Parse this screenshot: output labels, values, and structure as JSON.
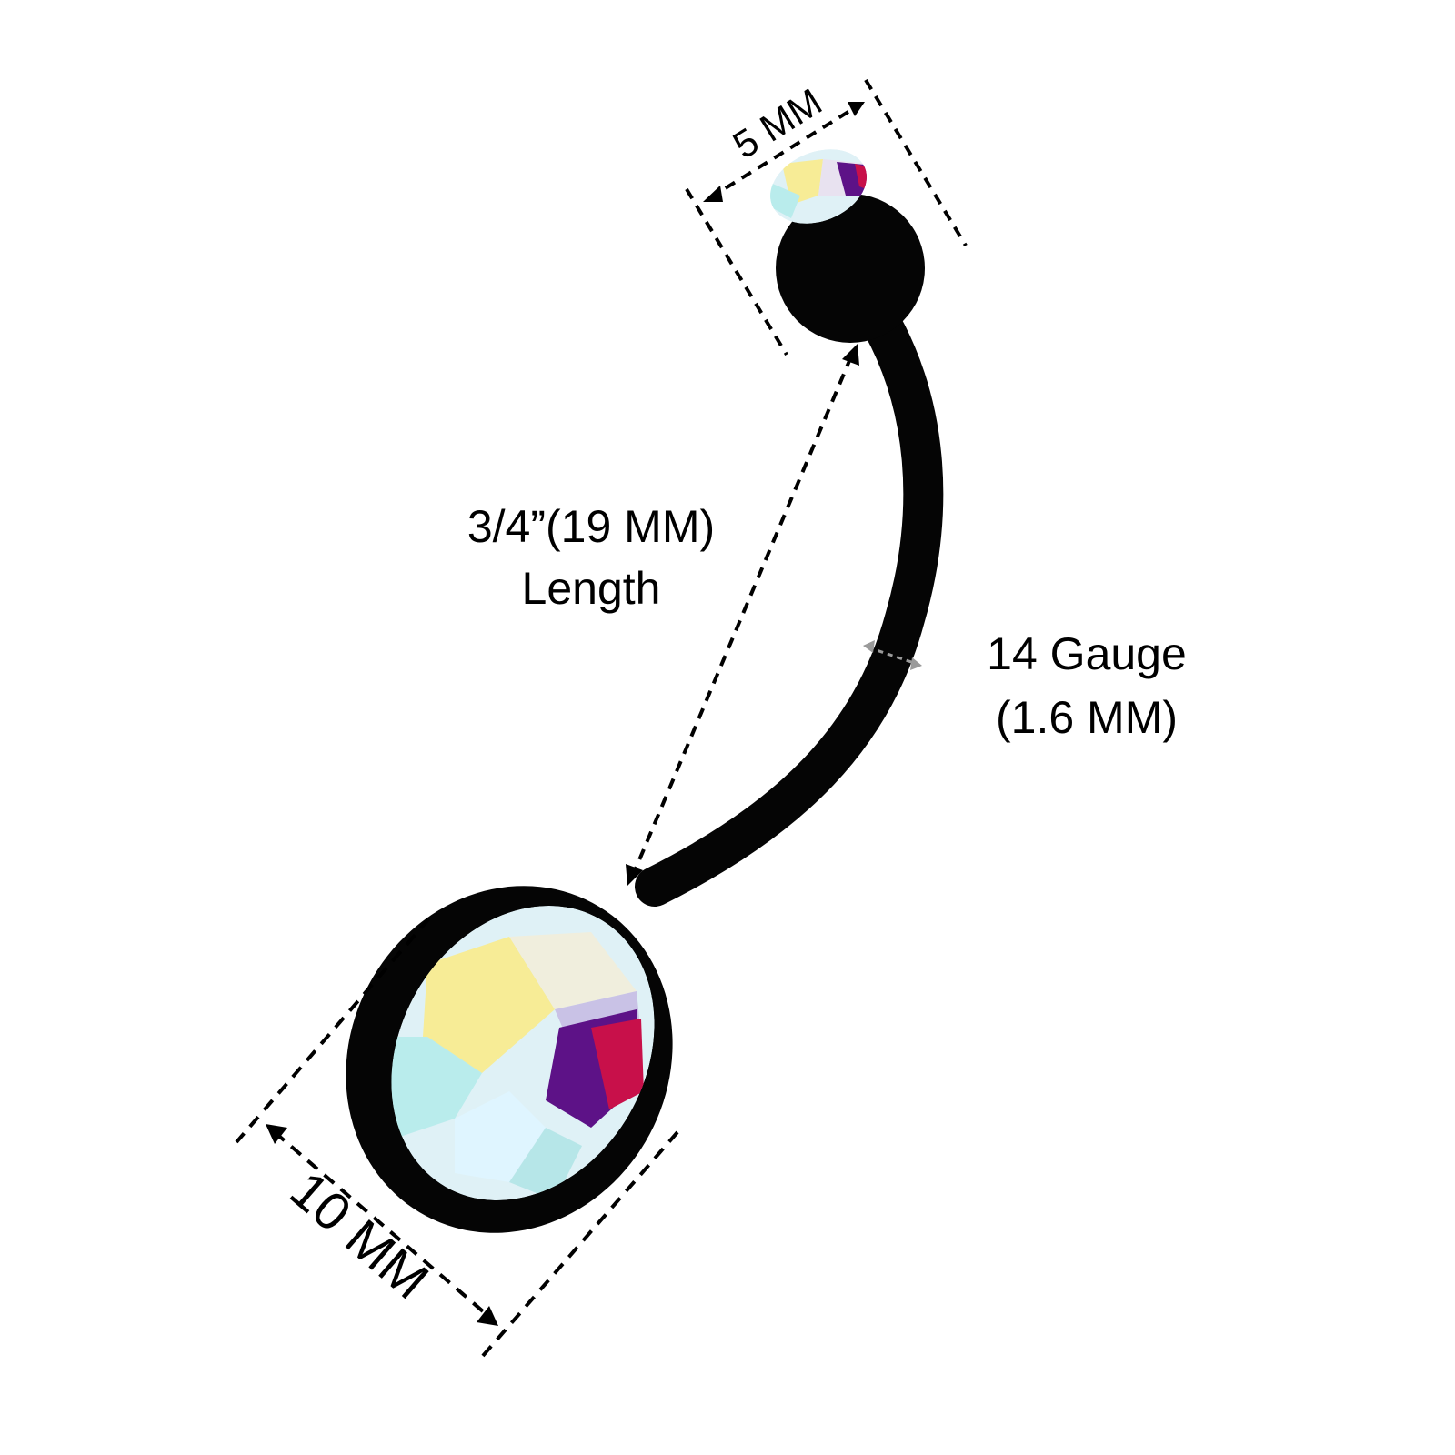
{
  "colors": {
    "background": "#ffffff",
    "bar": "#050505",
    "dimension_line": "#000000",
    "gauge_arrow": "#9a9a9a",
    "gem_pale": "#dff1f6",
    "gem_yellow": "#f7ec96",
    "gem_cyan": "#b9ecec",
    "gem_purple": "#5d1287",
    "gem_magenta": "#c8104a"
  },
  "labels": {
    "top_ball": "5 MM",
    "length_value": "3/4”(19 MM)",
    "length_word": "Length",
    "gauge_value": "14 Gauge",
    "gauge_mm": "(1.6 MM)",
    "bottom_ball": "10 MM"
  }
}
